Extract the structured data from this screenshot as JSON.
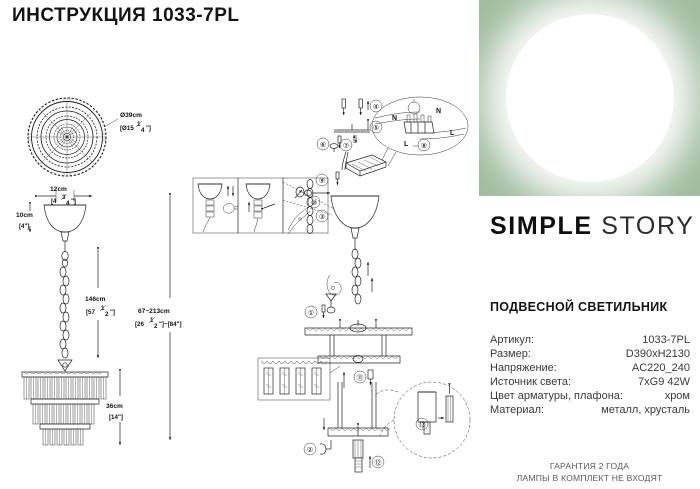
{
  "header": {
    "title": "ИНСТРУКЦИЯ 1033-7PL"
  },
  "photo": {
    "alt_name": "product-photo-placeholder",
    "panel_color": "#a1bda1",
    "glow_color": "#ffffff"
  },
  "brand": {
    "part1": "SIMPLE",
    "part2": "STORY"
  },
  "product": {
    "type": "ПОДВЕСНОЙ СВЕТИЛЬНИК"
  },
  "specs": [
    {
      "key": "Артикул:",
      "value": "1033-7PL"
    },
    {
      "key": "Размер:",
      "value": "D390xH2130"
    },
    {
      "key": "Напряжение:",
      "value": "AC220_240"
    },
    {
      "key": "Источник света:",
      "value": "7xG9 42W"
    },
    {
      "key": "Цвет арматуры, плафона:",
      "value": "хром"
    },
    {
      "key": "Материал:",
      "value": "металл, хрусталь"
    }
  ],
  "warranty": {
    "line1": "ГАРАНТИЯ 2 ГОДА",
    "line2": "ЛАМПЫ В КОМПЛЕКТ НЕ ВХОДЯТ"
  },
  "dimensions": {
    "diameter_metric": "Ø39cm",
    "diameter_imperial_pre": "[Ø15",
    "diameter_imperial_frac_num": "1",
    "diameter_imperial_frac_den": "4",
    "diameter_imperial_post": "\"]",
    "canopy_width_metric": "12cm",
    "canopy_width_imperial_pre": "[4",
    "canopy_width_frac_num": "3",
    "canopy_width_frac_den": "4",
    "canopy_width_imperial_post": "\"]",
    "canopy_height_metric": "10cm",
    "canopy_height_imperial": "[4\"]",
    "chain_metric": "146cm",
    "chain_imperial_pre": "[57",
    "chain_frac_num": "1",
    "chain_frac_den": "2",
    "chain_imperial_post": "\"]",
    "total_metric": "67~213cm",
    "total_imperial_pre": "[26",
    "total_frac_num": "1",
    "total_frac_den": "2",
    "total_imperial_mid": "\"]~[84\"]",
    "shade_metric": "36cm",
    "shade_imperial": "[14\"]"
  },
  "callouts": {
    "step1": "①",
    "step2": "②",
    "step3": "③",
    "step4": "④",
    "step5": "⑤",
    "step6": "⑥",
    "step7": "⑦",
    "step8": "⑧",
    "step9": "⑨",
    "step10": "⑩",
    "step11": "⑪",
    "step12": "⑫",
    "step12b": "⑫"
  },
  "wiring": {
    "terminal_n_left": "N",
    "terminal_n_right": "N",
    "terminal_l_left": "L",
    "terminal_l_right": "L"
  }
}
